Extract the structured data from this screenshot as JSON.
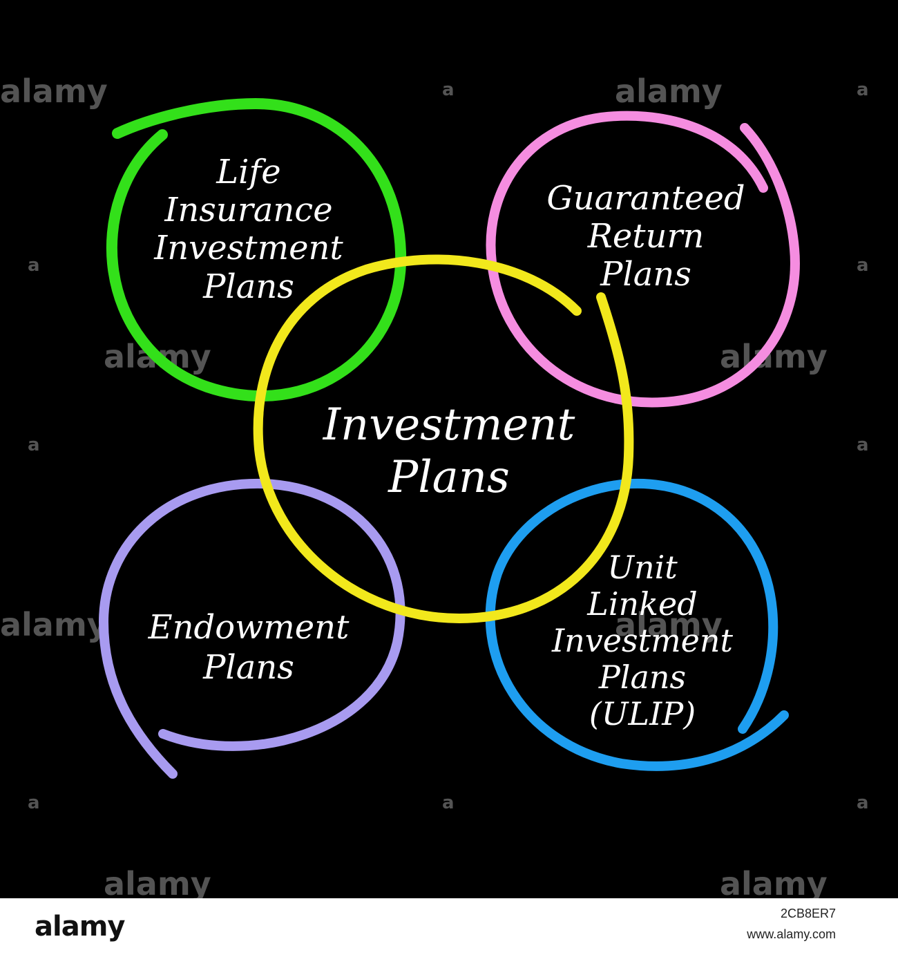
{
  "diagram": {
    "center": {
      "lines": [
        "Investment",
        "Plans"
      ],
      "color": "#f2e81c"
    },
    "nodes": [
      {
        "id": "life-insurance",
        "lines": [
          "Life",
          "Insurance",
          "Investment",
          "Plans"
        ],
        "color": "#33e01a"
      },
      {
        "id": "guaranteed-return",
        "lines": [
          "Guaranteed",
          "Return",
          "Plans"
        ],
        "color": "#f58de0"
      },
      {
        "id": "endowment",
        "lines": [
          "Endowment",
          "Plans"
        ],
        "color": "#a89bf0"
      },
      {
        "id": "ulip",
        "lines": [
          "Unit",
          "Linked",
          "Investment",
          "Plans",
          "(ULIP)"
        ],
        "color": "#1e9ef0"
      }
    ]
  },
  "watermark": "alamy",
  "footer": {
    "brand": "alamy",
    "image_id": "2CB8ER7",
    "site": "www.alamy.com"
  }
}
